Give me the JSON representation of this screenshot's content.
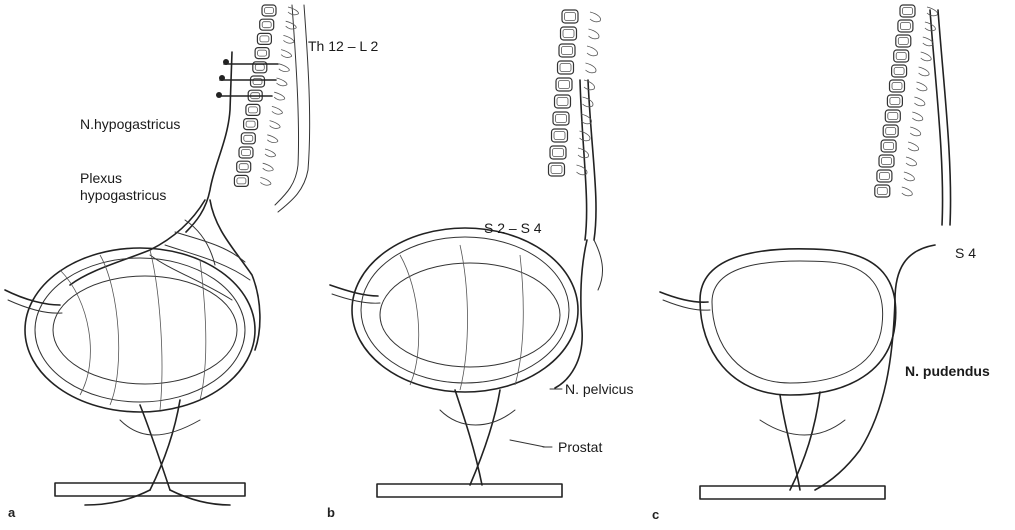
{
  "panels": [
    {
      "letter": "a",
      "labels": {
        "segment": "Th 12 – L 2",
        "nerve": "N.hypogastricus",
        "plexus_line1": "Plexus",
        "plexus_line2": "hypogastricus"
      }
    },
    {
      "letter": "b",
      "labels": {
        "segment": "S 2 – S 4",
        "nerve": "N. pelvicus",
        "prostate": "Prostat"
      }
    },
    {
      "letter": "c",
      "labels": {
        "segment": "S 4",
        "nerve": "N. pudendus"
      }
    }
  ]
}
